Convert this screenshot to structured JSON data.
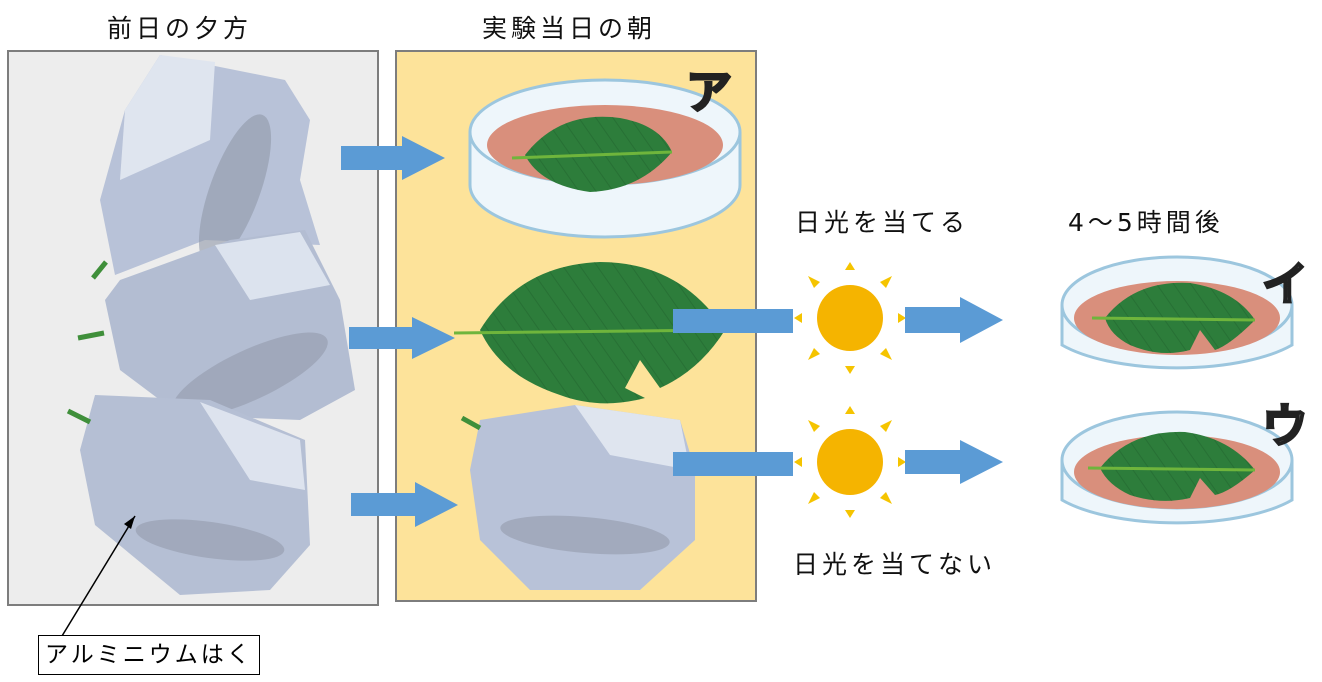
{
  "labels": {
    "previous_evening": "前日の夕方",
    "experiment_morning": "実験当日の朝",
    "sunlight_on": "日光を当てる",
    "after_hours": "4～5時間後",
    "sunlight_off": "日光を当てない",
    "aluminum_foil": "アルミニウムはく"
  },
  "markers": {
    "a": "ア",
    "i": "イ",
    "u": "ウ"
  },
  "icons": [
    "leaf-icon",
    "sun-icon",
    "petri-dish-icon",
    "arrow-icon",
    "foil-icon"
  ],
  "colors": {
    "left_panel_bg": "#ededed",
    "middle_panel_bg": "#fde39a",
    "arrow": "#5b9bd5",
    "leaf": "#2d7d3b",
    "leaf_vein": "#6fb53c",
    "dish_solution": "#d98f7c",
    "sun": "#f5b400",
    "foil": "#b5c0d6"
  }
}
